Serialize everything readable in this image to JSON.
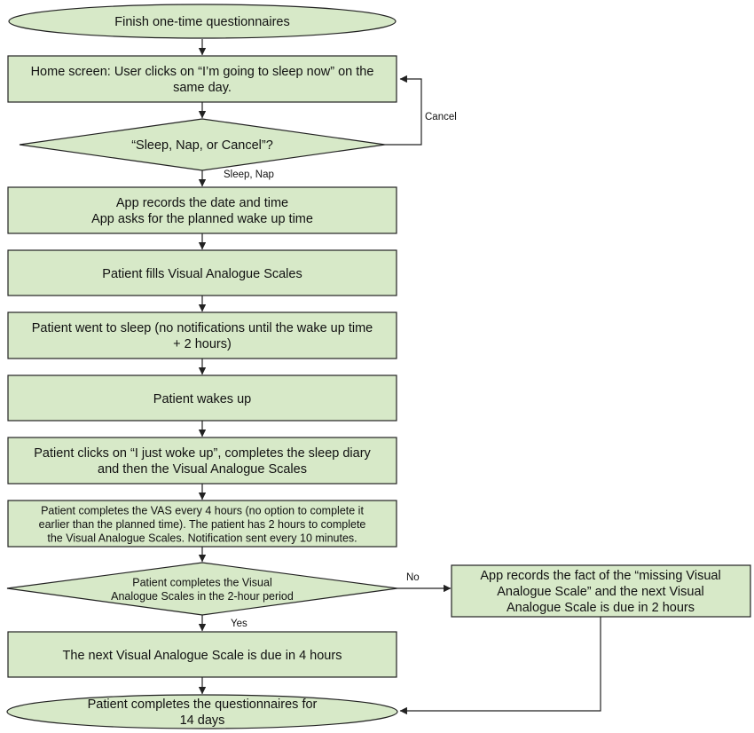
{
  "colors": {
    "node_fill": "#d7e9c8",
    "stroke": "#222222"
  },
  "nodes": {
    "start": [
      "Finish one-time questionnaires"
    ],
    "home": [
      "Home screen: User clicks on “I’m going to sleep now” on the",
      "same day."
    ],
    "decision1": [
      "“Sleep, Nap, or Cancel”?"
    ],
    "records": [
      "App records the date and time",
      "App asks for the planned wake up time"
    ],
    "vas_fill": [
      "Patient fills Visual Analogue Scales"
    ],
    "sleep": [
      "Patient went to sleep (no notifications until the wake up time",
      "+ 2 hours)"
    ],
    "wakes": [
      "Patient wakes up"
    ],
    "woke": [
      "Patient clicks on “I just woke up”, completes the sleep diary",
      "and then the Visual Analogue Scales"
    ],
    "every4": [
      "Patient completes the VAS every 4 hours (no option to complete it",
      "earlier than the planned time). The patient has 2 hours to complete",
      "the Visual Analogue Scales. Notification sent every 10 minutes."
    ],
    "decision2": [
      "Patient completes the Visual",
      "Analogue Scales in the 2-hour period"
    ],
    "missing": [
      "App records the fact of the “missing Visual",
      "Analogue Scale” and the next Visual",
      "Analogue Scale is due in 2 hours"
    ],
    "next4": [
      "The next Visual Analogue Scale is due in 4 hours"
    ],
    "end": [
      "Patient completes the questionnaires for",
      "14 days"
    ]
  },
  "edge_labels": {
    "cancel": "Cancel",
    "sleep_nap": "Sleep, Nap",
    "no": "No",
    "yes": "Yes"
  }
}
